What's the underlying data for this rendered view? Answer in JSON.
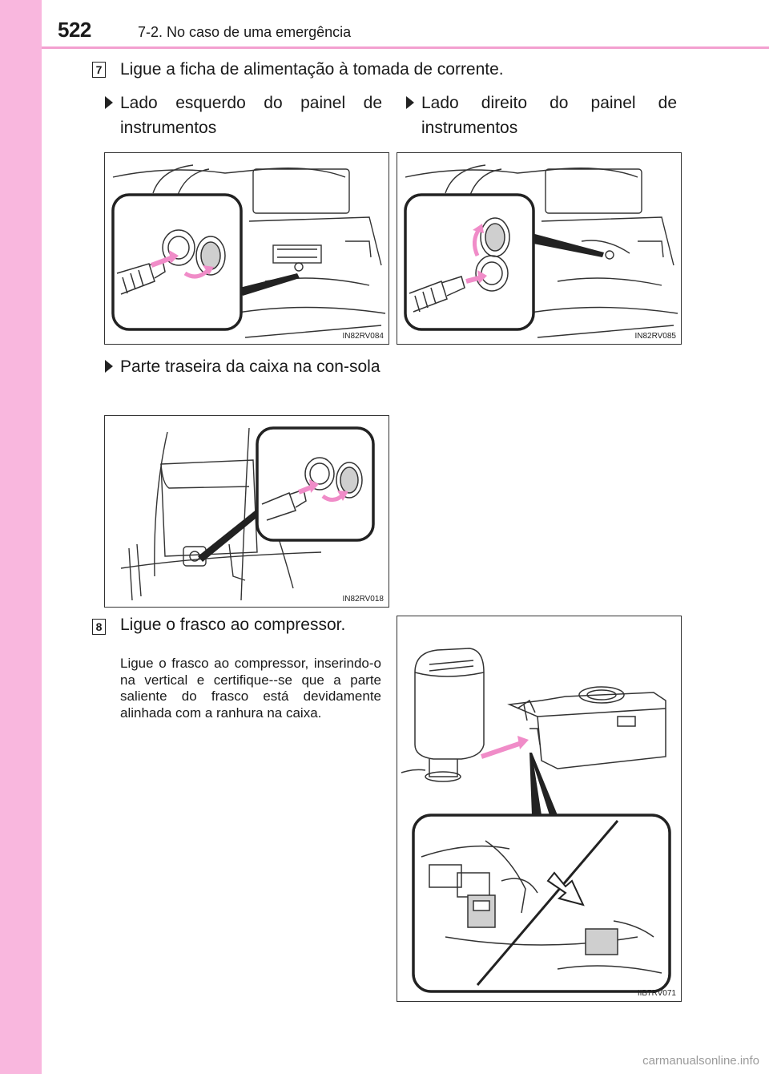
{
  "header": {
    "page_number": "522",
    "section": "7-2. No caso de uma emergência"
  },
  "step7": {
    "number": "7",
    "text": "Ligue a ficha de alimentação à tomada de corrente.",
    "bullets": [
      "Lado esquerdo do painel de instrumentos",
      "Lado direito do painel de instrumentos",
      "Parte traseira da caixa na con-sola"
    ],
    "figures": [
      "IN82RV084",
      "IN82RV085",
      "IN82RV018"
    ]
  },
  "step8": {
    "number": "8",
    "text": "Ligue o frasco ao compressor.",
    "body": "Ligue o frasco ao compressor, inserindo-o na vertical e certifique--se que a parte saliente do frasco está devidamente alinhada com a ranhura na caixa.",
    "figure": "IIB7RV071"
  },
  "footer": {
    "watermark": "carmanualsonline.info"
  },
  "colors": {
    "sidebar": "#f9b7de",
    "header_rule": "#f3a0d0",
    "arrow": "#f08cc8"
  }
}
